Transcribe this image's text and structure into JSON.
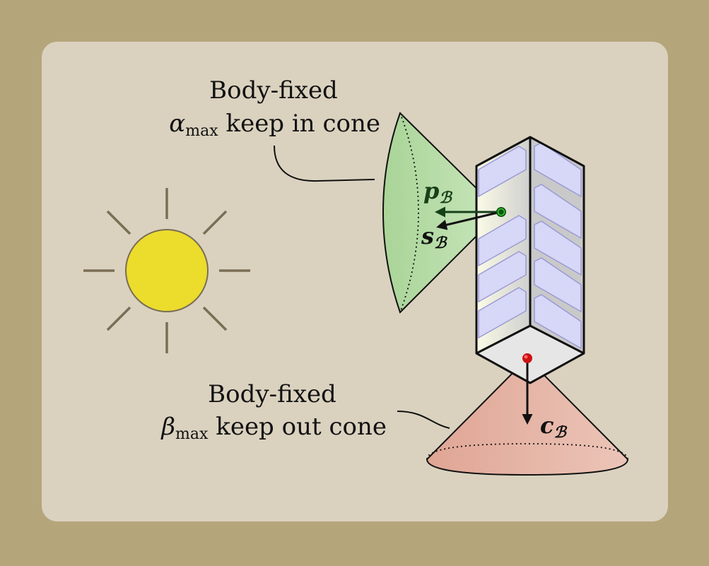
{
  "labels": {
    "keep_in_line1": "Body-fixed",
    "keep_in_symbol": "α",
    "keep_in_symbol_sub": "max",
    "keep_in_rest": " keep in cone",
    "keep_out_line1": "Body-fixed",
    "keep_out_symbol": "β",
    "keep_out_symbol_sub": "max",
    "keep_out_rest": " keep out cone"
  },
  "vectors": {
    "p": {
      "symbol": "p",
      "subscript": "ℬ"
    },
    "s": {
      "symbol": "s",
      "subscript": "ℬ"
    },
    "c": {
      "symbol": "c",
      "subscript": "ℬ"
    }
  },
  "colors": {
    "background": "#b5a57b",
    "panel": "#dad2bf",
    "sun": "#ecdc2c",
    "sun_rays": "#7a6e55",
    "keep_in_cone": "#b5dca8",
    "keep_out_cone": "#e3b0a0",
    "solar_panel": "#d7d7f7",
    "panel_edge": "#9a9ad6",
    "vector_p": "#17401a",
    "vector_s": "#111111",
    "vector_c": "#111111",
    "point_p": "#1a9a1a",
    "point_c": "#cc1111"
  }
}
